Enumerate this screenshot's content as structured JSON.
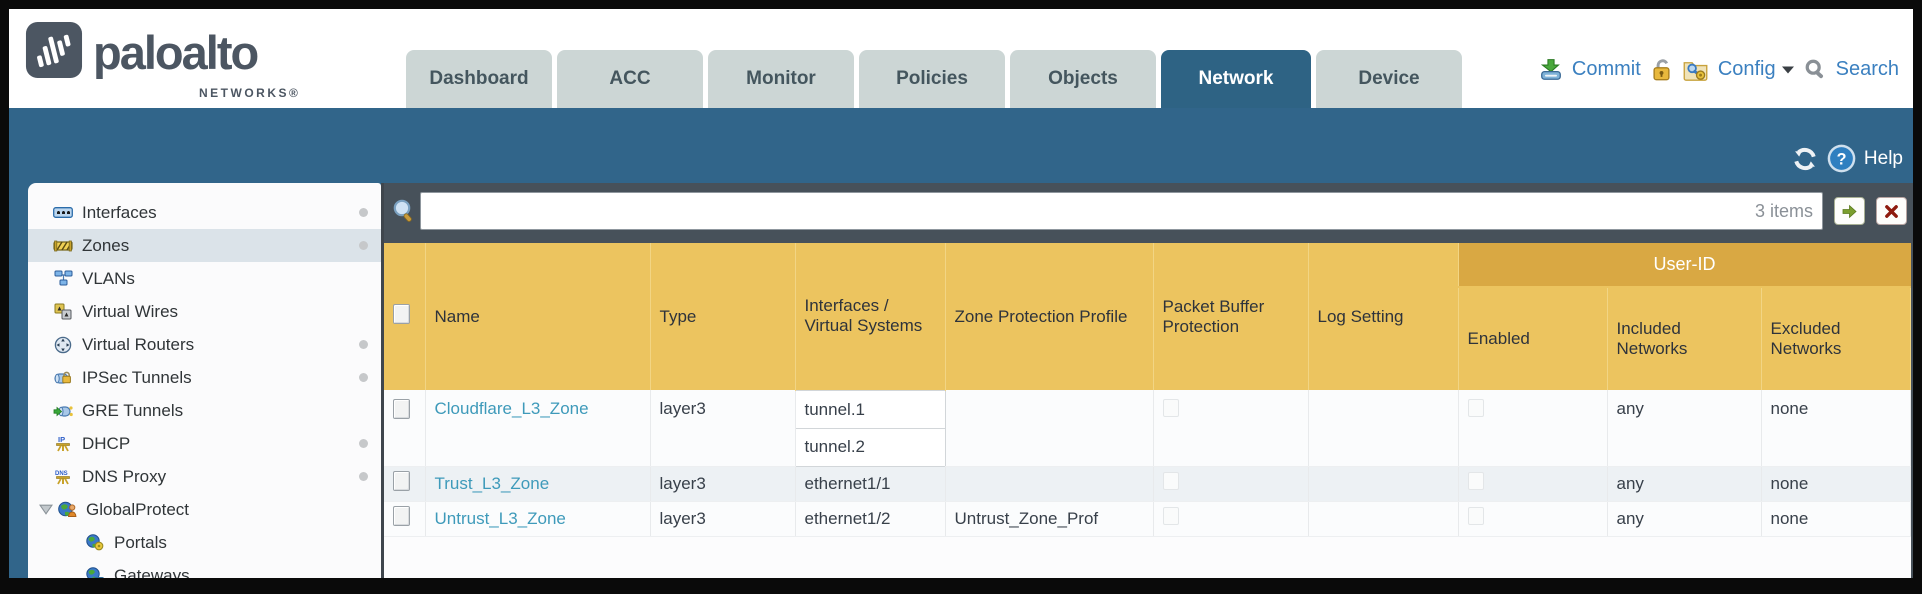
{
  "brand": {
    "wordmark": "paloalto",
    "subtext": "NETWORKS®"
  },
  "nav": {
    "tabs": [
      {
        "label": "Dashboard",
        "active": false
      },
      {
        "label": "ACC",
        "active": false
      },
      {
        "label": "Monitor",
        "active": false
      },
      {
        "label": "Policies",
        "active": false
      },
      {
        "label": "Objects",
        "active": false
      },
      {
        "label": "Network",
        "active": true
      },
      {
        "label": "Device",
        "active": false
      }
    ]
  },
  "utilities": {
    "commit_label": "Commit",
    "config_label": "Config",
    "search_label": "Search"
  },
  "band": {
    "help_label": "Help"
  },
  "sidebar": {
    "items": [
      {
        "label": "Interfaces",
        "icon": "interfaces-icon",
        "dot": true,
        "selected": false
      },
      {
        "label": "Zones",
        "icon": "zones-icon",
        "dot": true,
        "selected": true
      },
      {
        "label": "VLANs",
        "icon": "vlans-icon",
        "dot": false,
        "selected": false
      },
      {
        "label": "Virtual Wires",
        "icon": "virtual-wires-icon",
        "dot": false,
        "selected": false
      },
      {
        "label": "Virtual Routers",
        "icon": "virtual-routers-icon",
        "dot": true,
        "selected": false
      },
      {
        "label": "IPSec Tunnels",
        "icon": "ipsec-tunnels-icon",
        "dot": true,
        "selected": false
      },
      {
        "label": "GRE Tunnels",
        "icon": "gre-tunnels-icon",
        "dot": false,
        "selected": false
      },
      {
        "label": "DHCP",
        "icon": "dhcp-icon",
        "dot": true,
        "selected": false
      },
      {
        "label": "DNS Proxy",
        "icon": "dns-proxy-icon",
        "dot": true,
        "selected": false
      },
      {
        "label": "GlobalProtect",
        "icon": "globalprotect-icon",
        "dot": false,
        "selected": false,
        "expanded": true
      },
      {
        "label": "Portals",
        "icon": "portals-icon",
        "dot": false,
        "selected": false,
        "child": true
      },
      {
        "label": "Gateways",
        "icon": "gateways-icon",
        "dot": false,
        "selected": false,
        "child": true
      }
    ]
  },
  "toolbar": {
    "items_count": "3 items",
    "filter_value": ""
  },
  "table": {
    "group_header": "User-ID",
    "columns": [
      "",
      "Name",
      "Type",
      "Interfaces / Virtual Systems",
      "Zone Protection Profile",
      "Packet Buffer Protection",
      "Log Setting",
      "Enabled",
      "Included Networks",
      "Excluded Networks"
    ],
    "rows": [
      {
        "name": "Cloudflare_L3_Zone",
        "type": "layer3",
        "interfaces": [
          "tunnel.1",
          "tunnel.2"
        ],
        "zone_protection_profile": "",
        "packet_buffer_protection_checked": false,
        "log_setting": "",
        "user_id_enabled_checked": false,
        "included_networks": "any",
        "excluded_networks": "none"
      },
      {
        "name": "Trust_L3_Zone",
        "type": "layer3",
        "interfaces": [
          "ethernet1/1"
        ],
        "zone_protection_profile": "",
        "packet_buffer_protection_checked": false,
        "log_setting": "",
        "user_id_enabled_checked": false,
        "included_networks": "any",
        "excluded_networks": "none"
      },
      {
        "name": "Untrust_L3_Zone",
        "type": "layer3",
        "interfaces": [
          "ethernet1/2"
        ],
        "zone_protection_profile": "Untrust_Zone_Prof",
        "packet_buffer_protection_checked": false,
        "log_setting": "",
        "user_id_enabled_checked": false,
        "included_networks": "any",
        "excluded_networks": "none"
      }
    ]
  },
  "colors": {
    "teal_band": "#31658A",
    "active_tab": "#2E6384",
    "header_gold": "#ECC45F",
    "group_gold": "#D9A843",
    "link": "#3E9ABA",
    "slate_bg": "#47515A",
    "selected_item_bg": "#DBE3E9",
    "util_link": "#3B80C0"
  }
}
